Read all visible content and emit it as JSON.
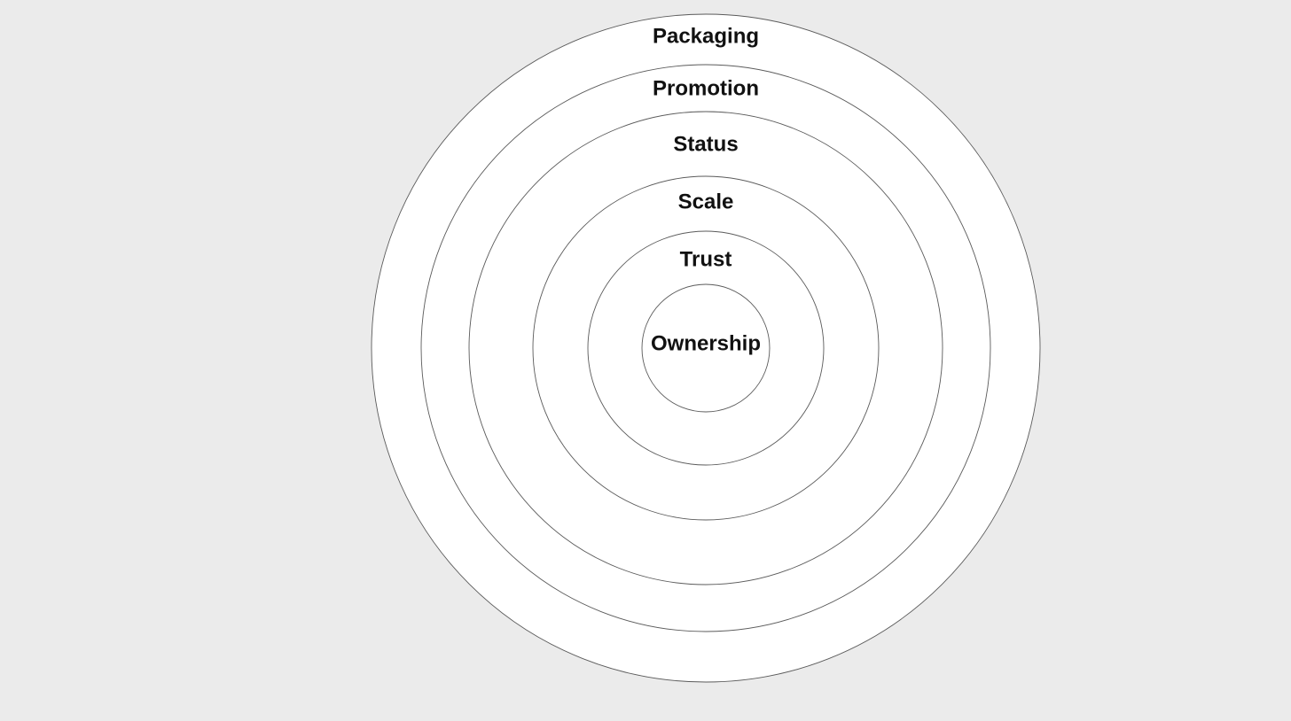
{
  "diagram": {
    "type": "concentric-layers",
    "layers": [
      {
        "label": "Packaging"
      },
      {
        "label": "Promotion"
      },
      {
        "label": "Status"
      },
      {
        "label": "Scale"
      },
      {
        "label": "Trust"
      },
      {
        "label": "Ownership"
      }
    ]
  },
  "colors": {
    "background": "#ebebeb",
    "ring_fill": "#ffffff",
    "ring_stroke": "#5a5a5a",
    "label": "#111111"
  }
}
